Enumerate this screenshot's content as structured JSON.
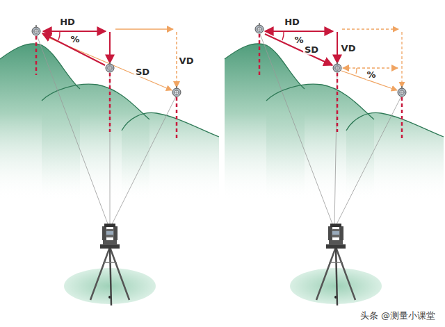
{
  "diagram": {
    "labels": [
      "HD",
      "%",
      "SD",
      "VD",
      "HD",
      "%",
      "SD",
      "VD",
      "%",
      "头条 @测量小课堂"
    ]
  }
}
